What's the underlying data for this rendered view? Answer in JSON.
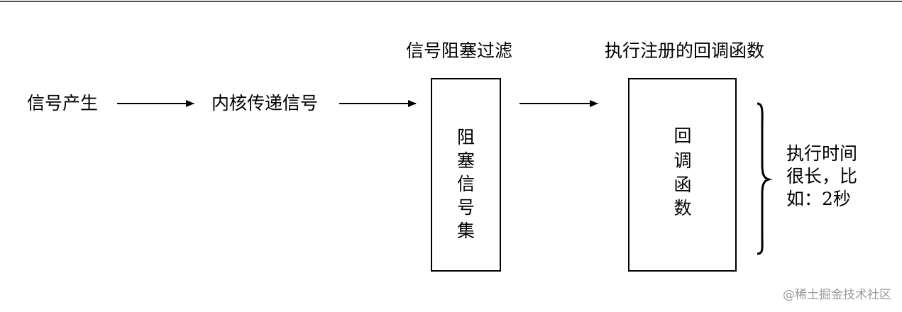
{
  "diagram": {
    "nodes": {
      "signal_generated": "信号产生",
      "kernel_delivers": "内核传递信号",
      "block_filter_title": "信号阻塞过滤",
      "blocked_set": [
        "阻",
        "塞",
        "信",
        "号",
        "集"
      ],
      "exec_callback_title": "执行注册的回调函数",
      "callback": [
        "回",
        "调",
        "函",
        "数"
      ],
      "note": [
        "执行时间",
        "很长，比",
        "如：2秒"
      ]
    }
  },
  "watermark": "@稀土掘金技术社区",
  "colors": {
    "ink": "#000000",
    "watermark": "#9a9a9a",
    "background": "#ffffff"
  }
}
